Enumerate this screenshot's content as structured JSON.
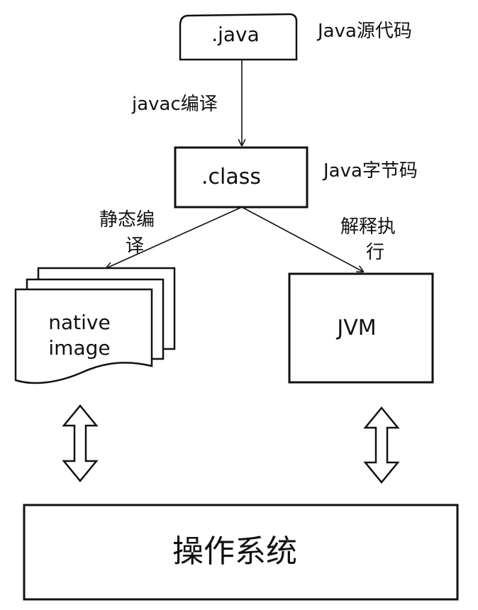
{
  "nodes": {
    "java_source": {
      "label": ".java",
      "caption": "Java源代码"
    },
    "class_file": {
      "label": ".class",
      "caption": "Java字节码"
    },
    "native_image": {
      "label_line1": "native",
      "label_line2": "image"
    },
    "jvm": {
      "label": "JVM"
    },
    "os": {
      "label": "操作系统"
    }
  },
  "edges": {
    "javac": {
      "label": "javac编译"
    },
    "static_compile": {
      "label_line1": "静态编",
      "label_line2": "译"
    },
    "interpret": {
      "label_line1": "解释执",
      "label_line2": "行"
    }
  }
}
